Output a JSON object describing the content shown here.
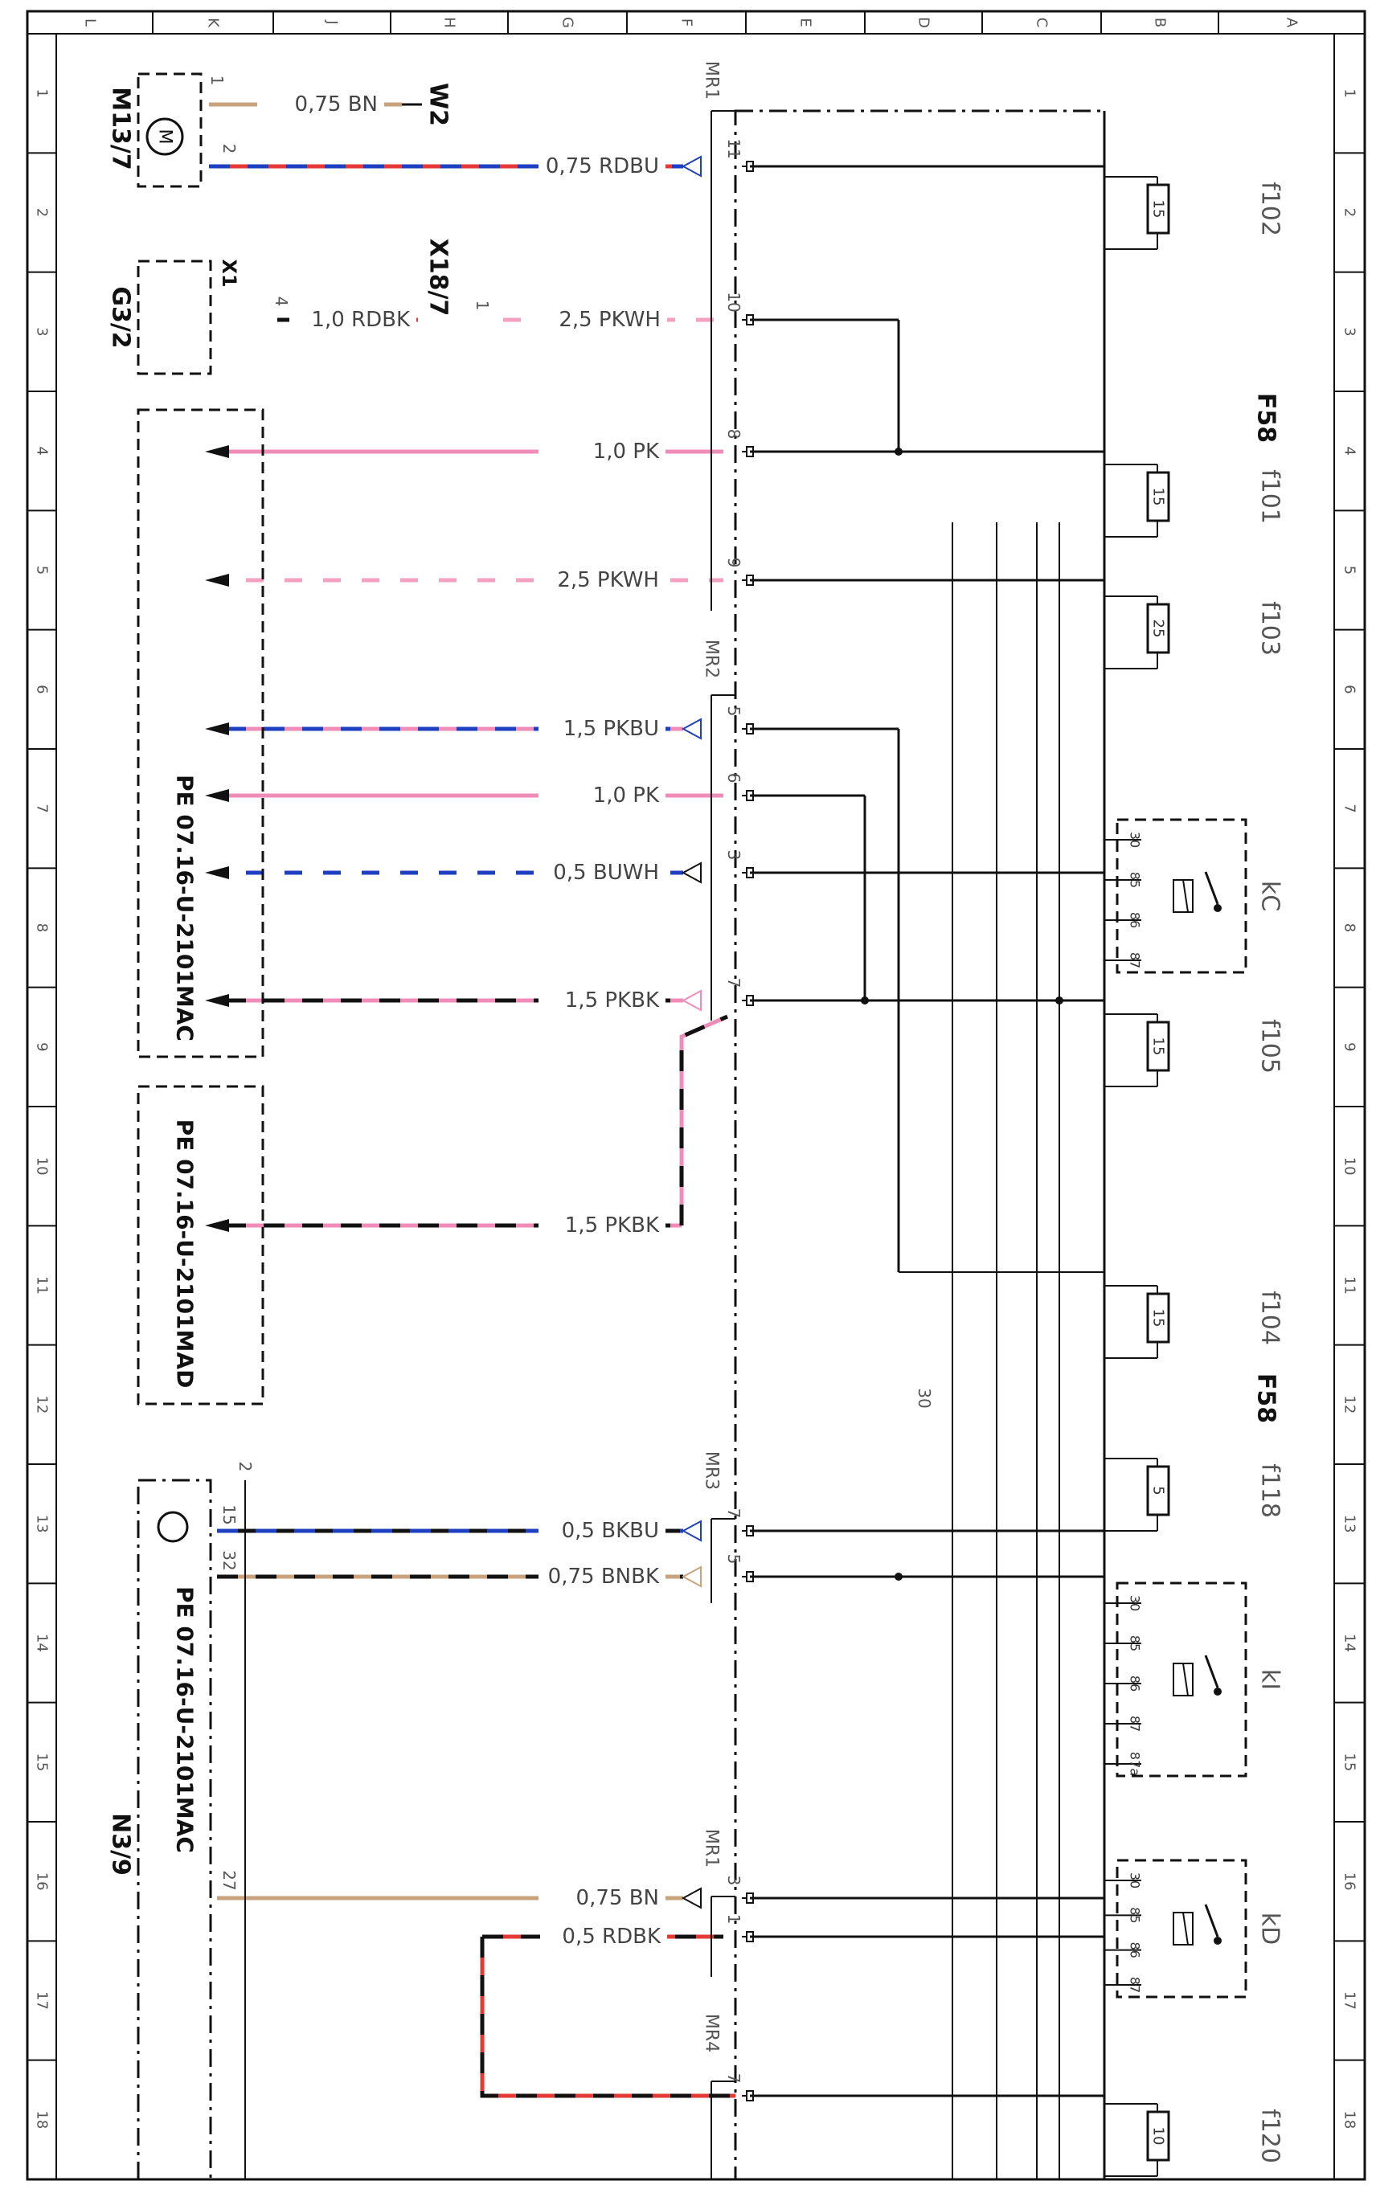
{
  "frame": {
    "columns": [
      "L",
      "K",
      "J",
      "H",
      "G",
      "F",
      "E",
      "D",
      "C",
      "B",
      "A"
    ],
    "rows": [
      "1",
      "2",
      "3",
      "4",
      "5",
      "6",
      "7",
      "8",
      "9",
      "10",
      "11",
      "12",
      "13",
      "14",
      "15",
      "16",
      "17",
      "18"
    ]
  },
  "components": {
    "motor": "M13/7",
    "motor_symbol": "M",
    "ground": "W2",
    "sensor": "G3/2",
    "sensor_connector": "X1",
    "connector": "X18/7",
    "module": "N3/9",
    "fuse_box": "F58",
    "fuse_box_2": "F58"
  },
  "connectors": {
    "mr1_top": "MR1",
    "mr2": "MR2",
    "mr3": "MR3",
    "mr1_bottom": "MR1",
    "mr4": "MR4"
  },
  "pins": {
    "m13_1": "1",
    "m13_2": "2",
    "x1_4": "4",
    "x18_1": "1",
    "mr1_11": "11",
    "mr1_10": "10",
    "mr1_8": "8",
    "mr1_9": "9",
    "mr2_5": "5",
    "mr2_6": "6",
    "mr2_3": "3",
    "mr2_7": "7",
    "n3_2": "2",
    "n3_15": "15",
    "n3_32": "32",
    "n3_27": "27",
    "mr3_7": "7",
    "mr3_5": "5",
    "mr1b_3": "3",
    "mr1b_1": "1",
    "mr4_7": "7"
  },
  "wires": [
    {
      "label": "0,75 BN",
      "color": "#c8a27a",
      "stripe": null
    },
    {
      "label": "0,75 RDBU",
      "color": "#e53935",
      "stripe": "#1e3fbf"
    },
    {
      "label": "1,0 RDBK",
      "color": "#e53935",
      "stripe": "#111111"
    },
    {
      "label": "2,5 PKWH",
      "color": "#f4a0c0",
      "stripe": "#ffffff"
    },
    {
      "label": "1,0 PK",
      "color": "#f08cb8",
      "stripe": null
    },
    {
      "label": "2,5 PKWH",
      "color": "#f4a0c0",
      "stripe": "#ffffff"
    },
    {
      "label": "1,5 PKBU",
      "color": "#f08cb8",
      "stripe": "#1e3fbf"
    },
    {
      "label": "1,0 PK",
      "color": "#f08cb8",
      "stripe": null
    },
    {
      "label": "0,5 BUWH",
      "color": "#1e3fbf",
      "stripe": "#ffffff"
    },
    {
      "label": "1,5 PKBK",
      "color": "#f08cb8",
      "stripe": "#111111"
    },
    {
      "label": "1,5 PKBK",
      "color": "#f08cb8",
      "stripe": "#111111"
    },
    {
      "label": "0,5 BKBU",
      "color": "#111111",
      "stripe": "#1e3fbf"
    },
    {
      "label": "0,75 BNBK",
      "color": "#c8a27a",
      "stripe": "#111111"
    },
    {
      "label": "0,75 BN",
      "color": "#c8a27a",
      "stripe": null
    },
    {
      "label": "0,5 RDBK",
      "color": "#e53935",
      "stripe": "#111111"
    }
  ],
  "references": {
    "pe1": "PE 07.16-U-2101MAC",
    "pe2": "PE 07.16-U-2101MAD",
    "pe3": "PE 07.16-U-2101MAC"
  },
  "fuses": [
    {
      "name": "f102",
      "rating": "15"
    },
    {
      "name": "f101",
      "rating": "15"
    },
    {
      "name": "f103",
      "rating": "25"
    },
    {
      "name": "f105",
      "rating": "15"
    },
    {
      "name": "f104",
      "rating": "15"
    },
    {
      "name": "f118",
      "rating": "5"
    },
    {
      "name": "f120",
      "rating": "10"
    }
  ],
  "relays": [
    {
      "name": "kC",
      "pins": [
        "30",
        "85",
        "86",
        "87"
      ]
    },
    {
      "name": "kI",
      "pins": [
        "30",
        "85",
        "86",
        "87",
        "87a"
      ]
    },
    {
      "name": "kD",
      "pins": [
        "30",
        "85",
        "86",
        "87"
      ]
    }
  ],
  "bus_label": "30",
  "colors": {
    "line": "#111111",
    "grid_text": "#555555",
    "brown": "#c8a27a",
    "red": "#e53935",
    "blue": "#1e3fbf",
    "pink": "#f08cb8"
  }
}
